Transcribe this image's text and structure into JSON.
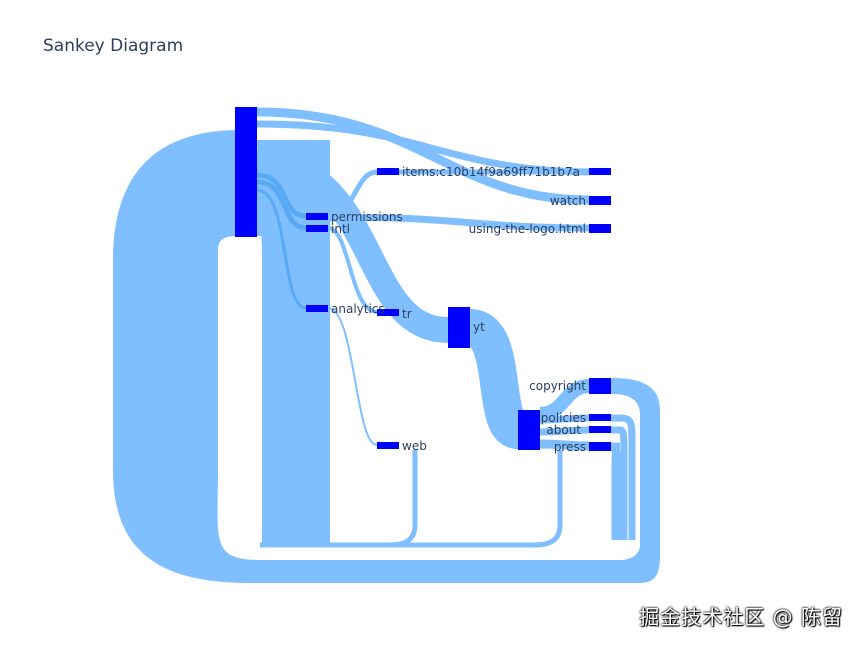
{
  "title": "Sankey Diagram",
  "watermark": "掘金技术社区 @ 陈留",
  "colors": {
    "node": "#0000ff",
    "link": "#80bfff",
    "link_dark": "#5aa9f5",
    "text": "#2a3f5f",
    "background": "#ffffff"
  },
  "chart_data": {
    "type": "sankey",
    "nodes": [
      {
        "id": "root",
        "label": ""
      },
      {
        "id": "permissions",
        "label": "permissions"
      },
      {
        "id": "intl",
        "label": "intl"
      },
      {
        "id": "analytics",
        "label": "analytics"
      },
      {
        "id": "items",
        "label": "items:c10b14f9a69ff71b1b7a"
      },
      {
        "id": "tr",
        "label": "tr"
      },
      {
        "id": "web",
        "label": "web"
      },
      {
        "id": "yt",
        "label": "yt"
      },
      {
        "id": "watch",
        "label": "watch"
      },
      {
        "id": "logo",
        "label": "using-the-logo.html"
      },
      {
        "id": "ytc",
        "label": ""
      },
      {
        "id": "copyright",
        "label": "copyright"
      },
      {
        "id": "policies",
        "label": "policies"
      },
      {
        "id": "about",
        "label": "about"
      },
      {
        "id": "press",
        "label": "press"
      }
    ]
  }
}
